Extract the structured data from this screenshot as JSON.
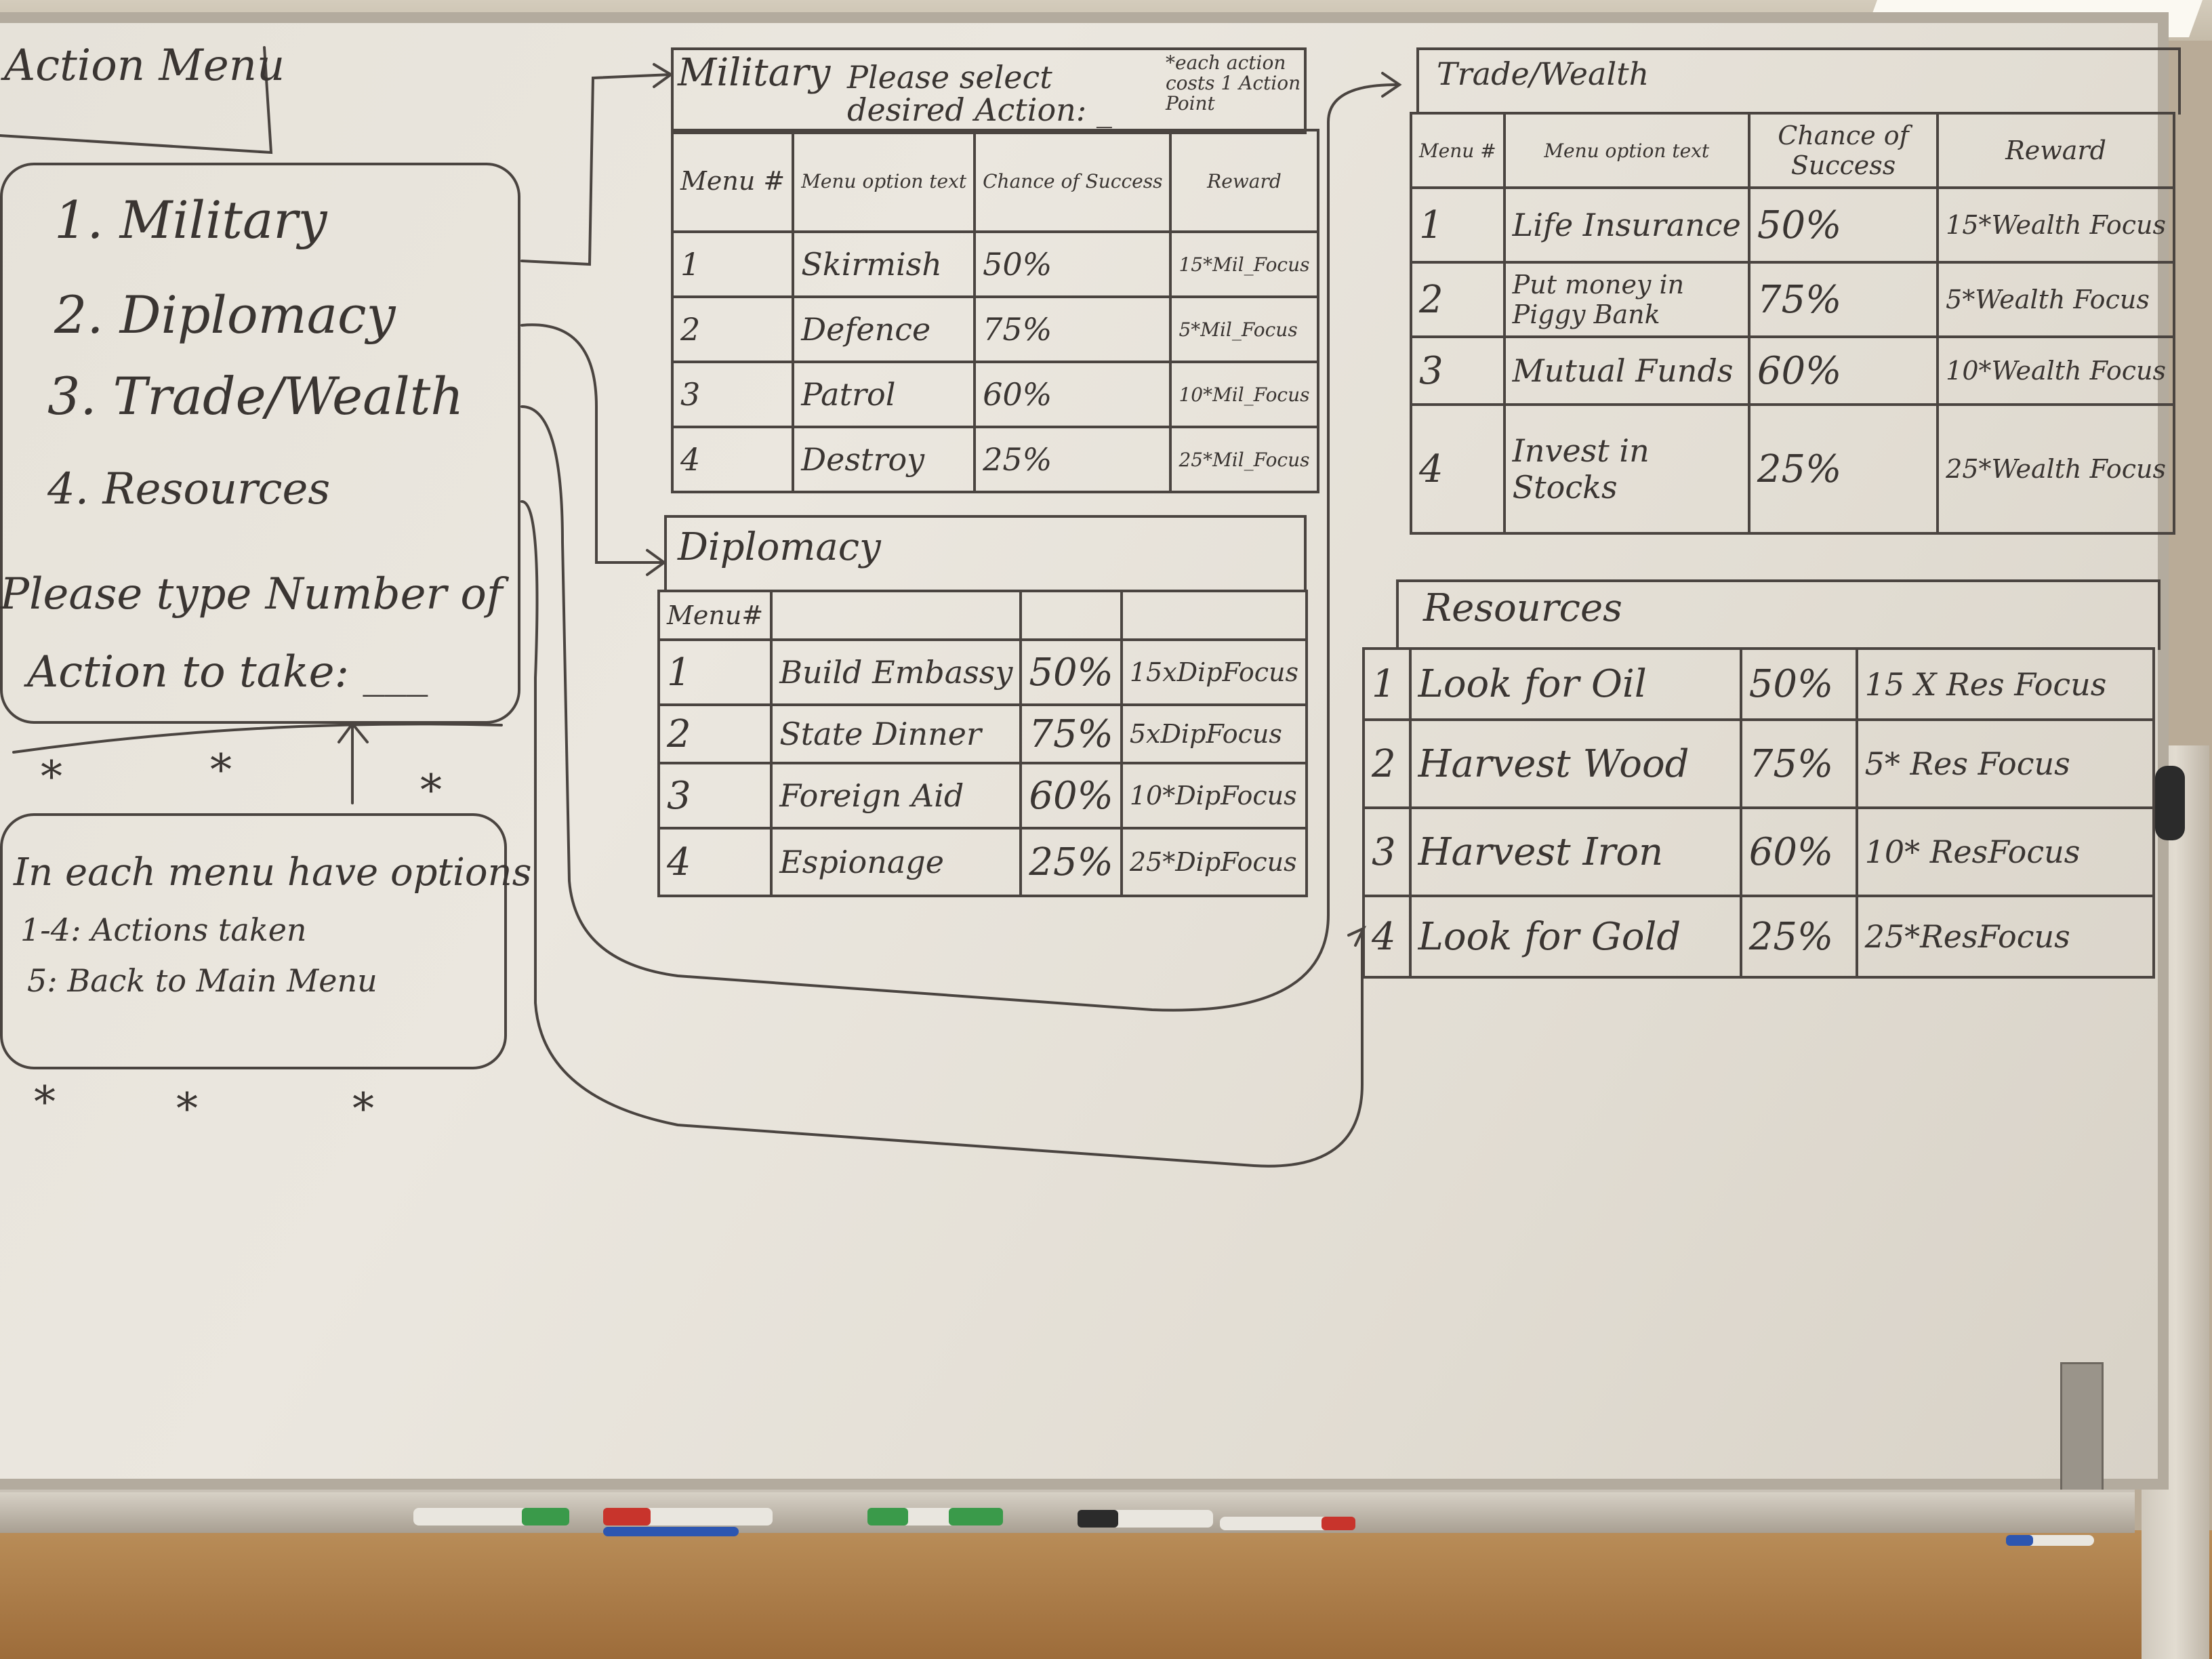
{
  "action_menu": {
    "title": "Action Menu",
    "items": [
      "1. Military",
      "2. Diplomacy",
      "3. Trade/Wealth",
      "4. Resources"
    ],
    "prompt_line1": "Please type Number of",
    "prompt_line2": "Action to take: ___"
  },
  "note": {
    "line1": "In each menu have options",
    "line2": "1-4: Actions taken",
    "line3": "5: Back to Main Menu"
  },
  "stars": [
    "*",
    "*",
    "*",
    "*",
    "*",
    "*"
  ],
  "military": {
    "title": "Military",
    "instruction": "Please select desired Action: _",
    "footnote": "*each action costs 1 Action Point",
    "headers": [
      "Menu #",
      "Menu option text",
      "Chance of Success",
      "Reward"
    ],
    "rows": [
      [
        "1",
        "Skirmish",
        "50%",
        "15*Mil_Focus"
      ],
      [
        "2",
        "Defence",
        "75%",
        "5*Mil_Focus"
      ],
      [
        "3",
        "Patrol",
        "60%",
        "10*Mil_Focus"
      ],
      [
        "4",
        "Destroy",
        "25%",
        "25*Mil_Focus"
      ]
    ]
  },
  "diplomacy": {
    "title": "Diplomacy",
    "headers": [
      "Menu#",
      "",
      "",
      ""
    ],
    "rows": [
      [
        "1",
        "Build Embassy",
        "50%",
        "15xDipFocus"
      ],
      [
        "2",
        "State Dinner",
        "75%",
        "5xDipFocus"
      ],
      [
        "3",
        "Foreign Aid",
        "60%",
        "10*DipFocus"
      ],
      [
        "4",
        "Espionage",
        "25%",
        "25*DipFocus"
      ]
    ]
  },
  "trade": {
    "title": "Trade/Wealth",
    "headers": [
      "Menu #",
      "Menu option text",
      "Chance of Success",
      "Reward"
    ],
    "rows": [
      [
        "1",
        "Life Insurance",
        "50%",
        "15*Wealth Focus"
      ],
      [
        "2",
        "Put money in Piggy Bank",
        "75%",
        "5*Wealth Focus"
      ],
      [
        "3",
        "Mutual Funds",
        "60%",
        "10*Wealth Focus"
      ],
      [
        "4",
        "Invest in Stocks",
        "25%",
        "25*Wealth Focus"
      ]
    ]
  },
  "resources": {
    "title": "Resources",
    "rows": [
      [
        "1",
        "Look for Oil",
        "50%",
        "15 X Res Focus"
      ],
      [
        "2",
        "Harvest Wood",
        "75%",
        "5* Res Focus"
      ],
      [
        "3",
        "Harvest Iron",
        "60%",
        "10* ResFocus"
      ],
      [
        "4",
        "Look for Gold",
        "25%",
        "25*ResFocus"
      ]
    ]
  },
  "colors": {
    "board": "#e6e2d9",
    "ink": "#3a3532",
    "frame": "#b3ab9e",
    "floor": "#b98d58",
    "marker_green": "#3a9a4a",
    "marker_red": "#c8342c",
    "marker_blue": "#2d56b0"
  },
  "icons": {
    "arrow": "arrow-icon",
    "star": "star-icon",
    "eraser_clip": "clip-icon"
  }
}
